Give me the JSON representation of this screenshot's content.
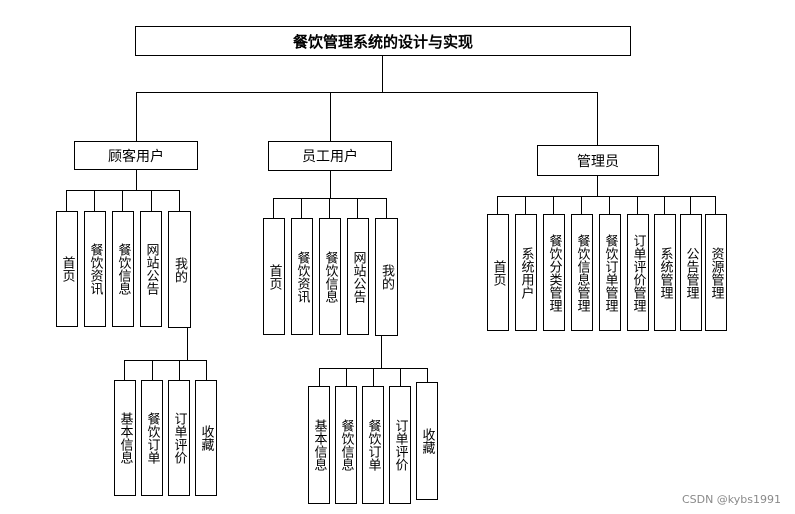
{
  "title": "餐饮管理系统的设计与实现",
  "customer": {
    "label": "顾客用户",
    "items": [
      "首页",
      "餐饮资讯",
      "餐饮信息",
      "网站公告",
      "我的"
    ],
    "mine_items": [
      "基本信息",
      "餐饮订单",
      "订单评价",
      "收藏"
    ]
  },
  "staff": {
    "label": "员工用户",
    "items": [
      "首页",
      "餐饮资讯",
      "餐饮信息",
      "网站公告",
      "我的"
    ],
    "mine_items": [
      "基本信息",
      "餐饮信息",
      "餐饮订单",
      "订单评价",
      "收藏"
    ]
  },
  "admin": {
    "label": "管理员",
    "items": [
      "首页",
      "系统用户",
      "餐饮分类管理",
      "餐饮信息管理",
      "餐饮订单管理",
      "订单评价管理",
      "系统管理",
      "公告管理",
      "资源管理"
    ]
  },
  "watermark": "CSDN @kybs1991"
}
